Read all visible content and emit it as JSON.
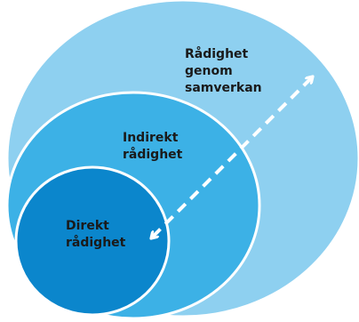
{
  "diagram": {
    "circles": {
      "outer": {
        "lines": [
          "Rådighet",
          "genom",
          "samverkan"
        ],
        "color": "#8ed0f0"
      },
      "middle": {
        "lines": [
          "Indirekt",
          "rådighet"
        ],
        "color": "#3cb1e6"
      },
      "inner": {
        "lines": [
          "Direkt",
          "rådighet"
        ],
        "color": "#0b86cc"
      }
    },
    "edge_color": "#ffffff",
    "arrow": {
      "style": "dashed",
      "direction": "both",
      "color": "#ffffff"
    }
  }
}
